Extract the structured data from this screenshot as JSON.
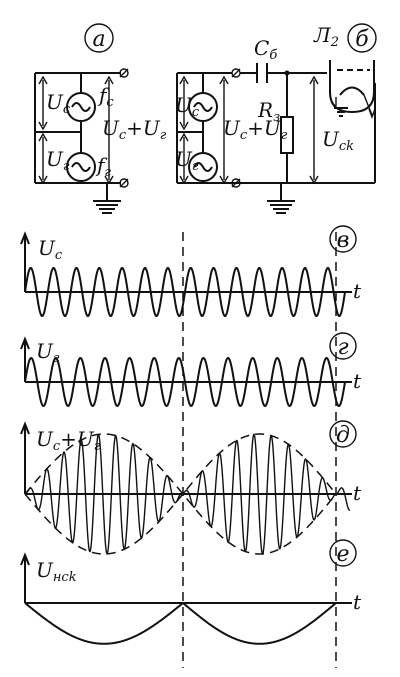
{
  "panel_letters": {
    "a": "а",
    "b": "б",
    "v": "в",
    "g": "г",
    "d": "д",
    "e": "е"
  },
  "circuit_a": {
    "uc_main": "U",
    "uc_sub": "c",
    "ug_main": "U",
    "ug_sub": "г",
    "fc_main": "f",
    "fc_sub": "c",
    "fg_main": "f",
    "fg_sub": "г",
    "sum_a": "U",
    "sum_a_sub": "c",
    "sum_b": "+U",
    "sum_b_sub": "г"
  },
  "circuit_b": {
    "cap_main": "C",
    "cap_sub": "б",
    "res_main": "R",
    "res_sub": "з",
    "lamp_main": "Л",
    "lamp_sub": "2",
    "uc_main": "U",
    "uc_sub": "c",
    "ug_main": "U",
    "ug_sub": "г",
    "sum_a": "U",
    "sum_a_sub": "c",
    "sum_b": "+U",
    "sum_b_sub": "г",
    "uck_main": "U",
    "uck_sub": "ck"
  },
  "waveforms": {
    "v_main": "U",
    "v_sub": "c",
    "g_main": "U",
    "g_sub": "г",
    "d_a": "U",
    "d_a_sub": "c",
    "d_b": "+U",
    "d_b_sub": "г",
    "e_main": "U",
    "e_sub": "нck",
    "t_label": "t"
  }
}
